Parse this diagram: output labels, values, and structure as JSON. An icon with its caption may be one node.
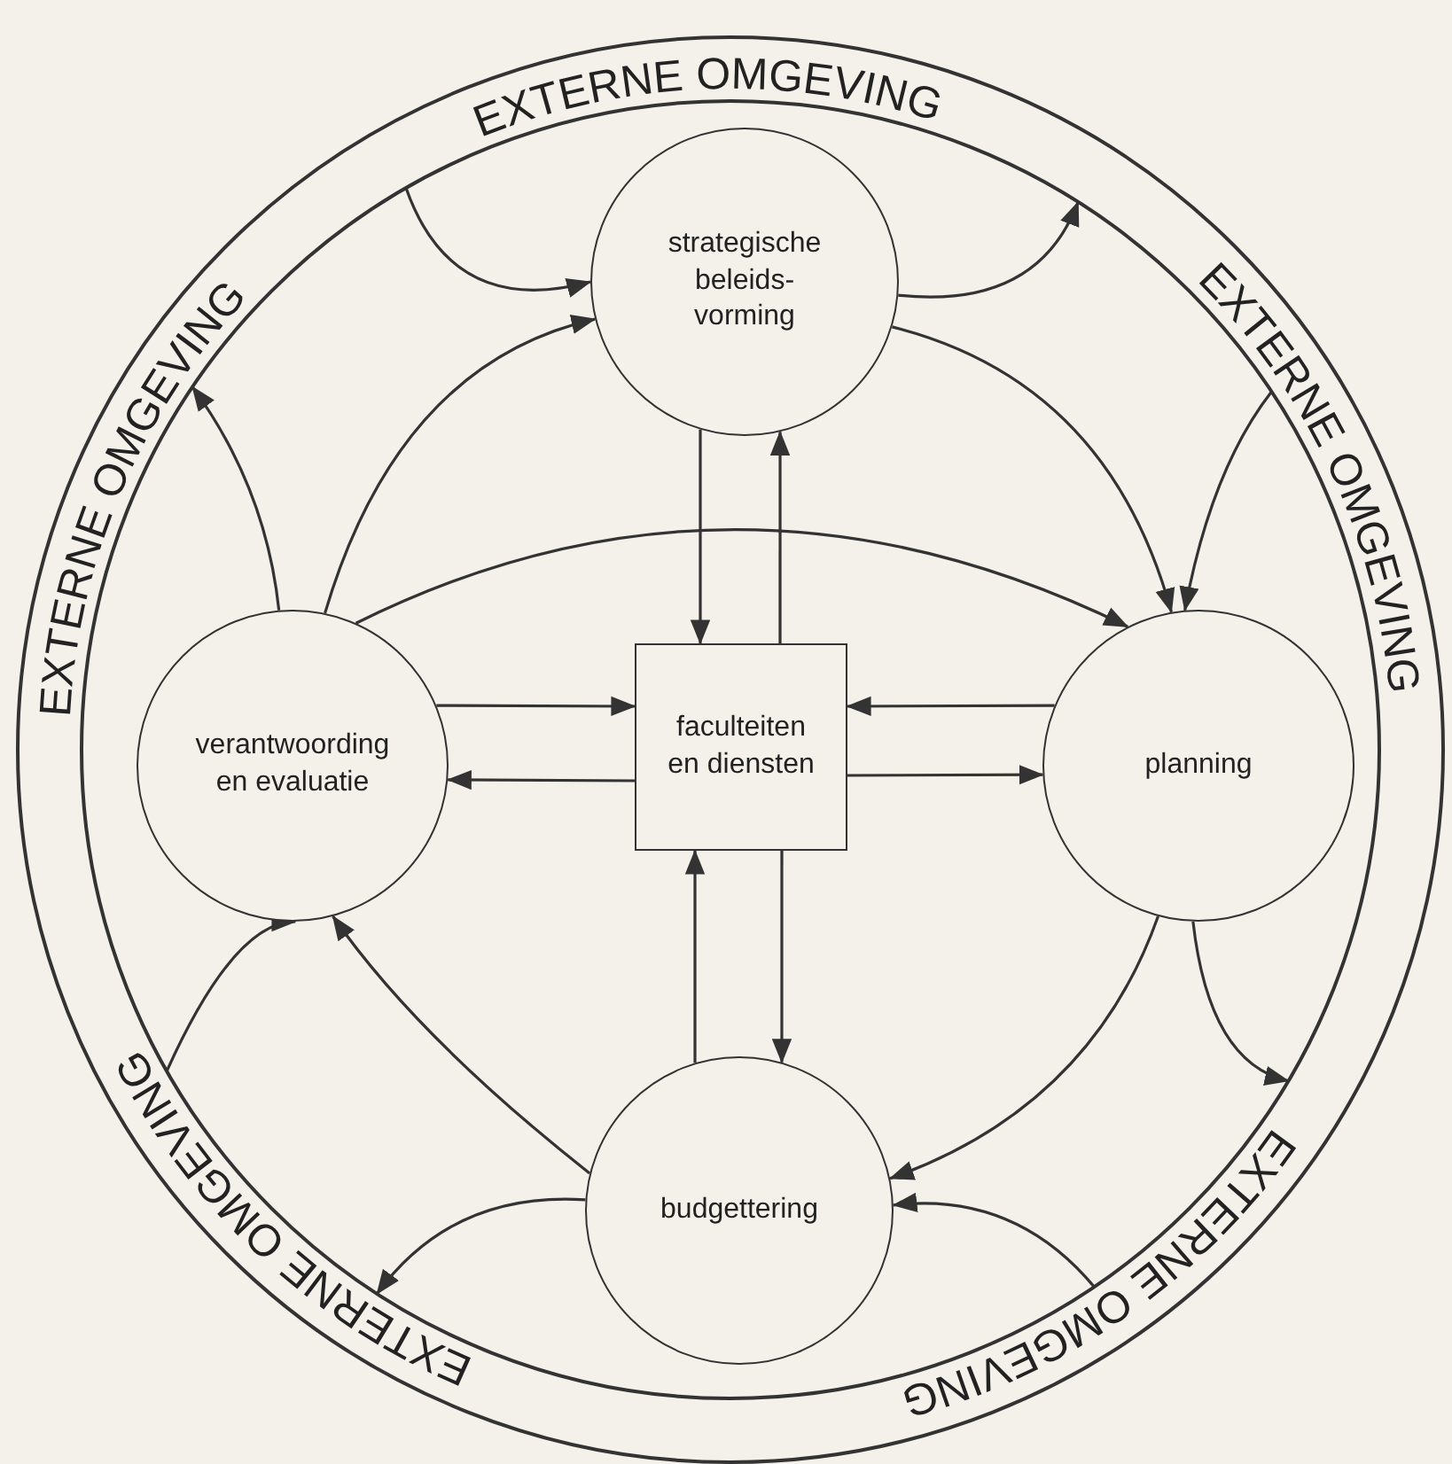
{
  "diagram": {
    "nodes": [
      {
        "text": [
          "EXTERNE OMGEVING",
          "EXTERNE OMGEVING",
          "EXTERNE OMGEVING",
          "EXTERNE OMGEVING",
          "EXTERNE OMGEVING"
        ]
      },
      {
        "text": [
          "strategische beleids- vorming"
        ],
        "in": 0
      },
      {
        "text": [
          "verantwoording en evaluatie"
        ],
        "in": 0
      },
      {
        "text": [
          "faculteiten en diensten"
        ],
        "in": 0
      },
      {
        "text": [
          "planning"
        ],
        "in": 0
      },
      {
        "text": [
          "budgettering"
        ],
        "in": 0
      }
    ],
    "edges": [
      {
        "from": 0,
        "to": 1,
        "arrow": "to"
      },
      {
        "from": 1,
        "to": 0,
        "arrow": "to"
      },
      {
        "from": 2,
        "to": 1,
        "arrow": "to"
      },
      {
        "from": 1,
        "to": 4,
        "arrow": "to"
      },
      {
        "from": 1,
        "to": 3,
        "arrow": "to"
      },
      {
        "from": 3,
        "to": 1,
        "arrow": "to"
      },
      {
        "from": 2,
        "to": 0,
        "arrow": "to"
      },
      {
        "from": 2,
        "to": 4,
        "arrow": "to"
      },
      {
        "from": 0,
        "to": 4,
        "arrow": "to"
      },
      {
        "from": 2,
        "to": 3,
        "arrow": "to"
      },
      {
        "from": 3,
        "to": 2,
        "arrow": "to"
      },
      {
        "from": 4,
        "to": 3,
        "arrow": "to"
      },
      {
        "from": 3,
        "to": 4,
        "arrow": "to"
      },
      {
        "from": 5,
        "to": 3,
        "arrow": "to"
      },
      {
        "from": 3,
        "to": 5,
        "arrow": "to"
      },
      {
        "from": 0,
        "to": 2,
        "arrow": "to"
      },
      {
        "from": 5,
        "to": 2,
        "arrow": "to"
      },
      {
        "from": 5,
        "to": 0,
        "arrow": "to"
      },
      {
        "from": 4,
        "to": 5,
        "arrow": "to"
      },
      {
        "from": 4,
        "to": 0,
        "arrow": "to"
      },
      {
        "from": 0,
        "to": 5,
        "arrow": "to"
      }
    ]
  }
}
